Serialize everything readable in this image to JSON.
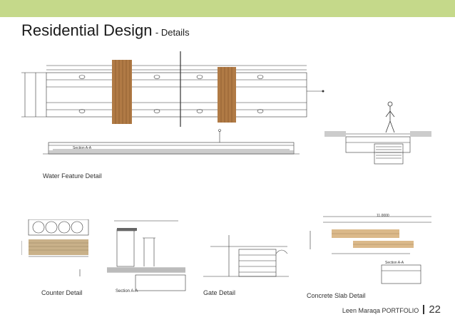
{
  "header": {
    "title": "Residential Design",
    "subtitle": "- Details",
    "accent_color": "#c5d98a"
  },
  "drawings": {
    "plan_label": "Section A-A",
    "water_feature": "Water Feature Detail",
    "counter": "Counter Detail",
    "counter_section": "Section A-A",
    "gate": "Gate Detail",
    "slab": "Concrete Slab Detail",
    "slab_dim": "11.0000",
    "slab_section": "Section A-A"
  },
  "footer": {
    "portfolio": "Leen Maraqa PORTFOLIO",
    "page": "22"
  }
}
